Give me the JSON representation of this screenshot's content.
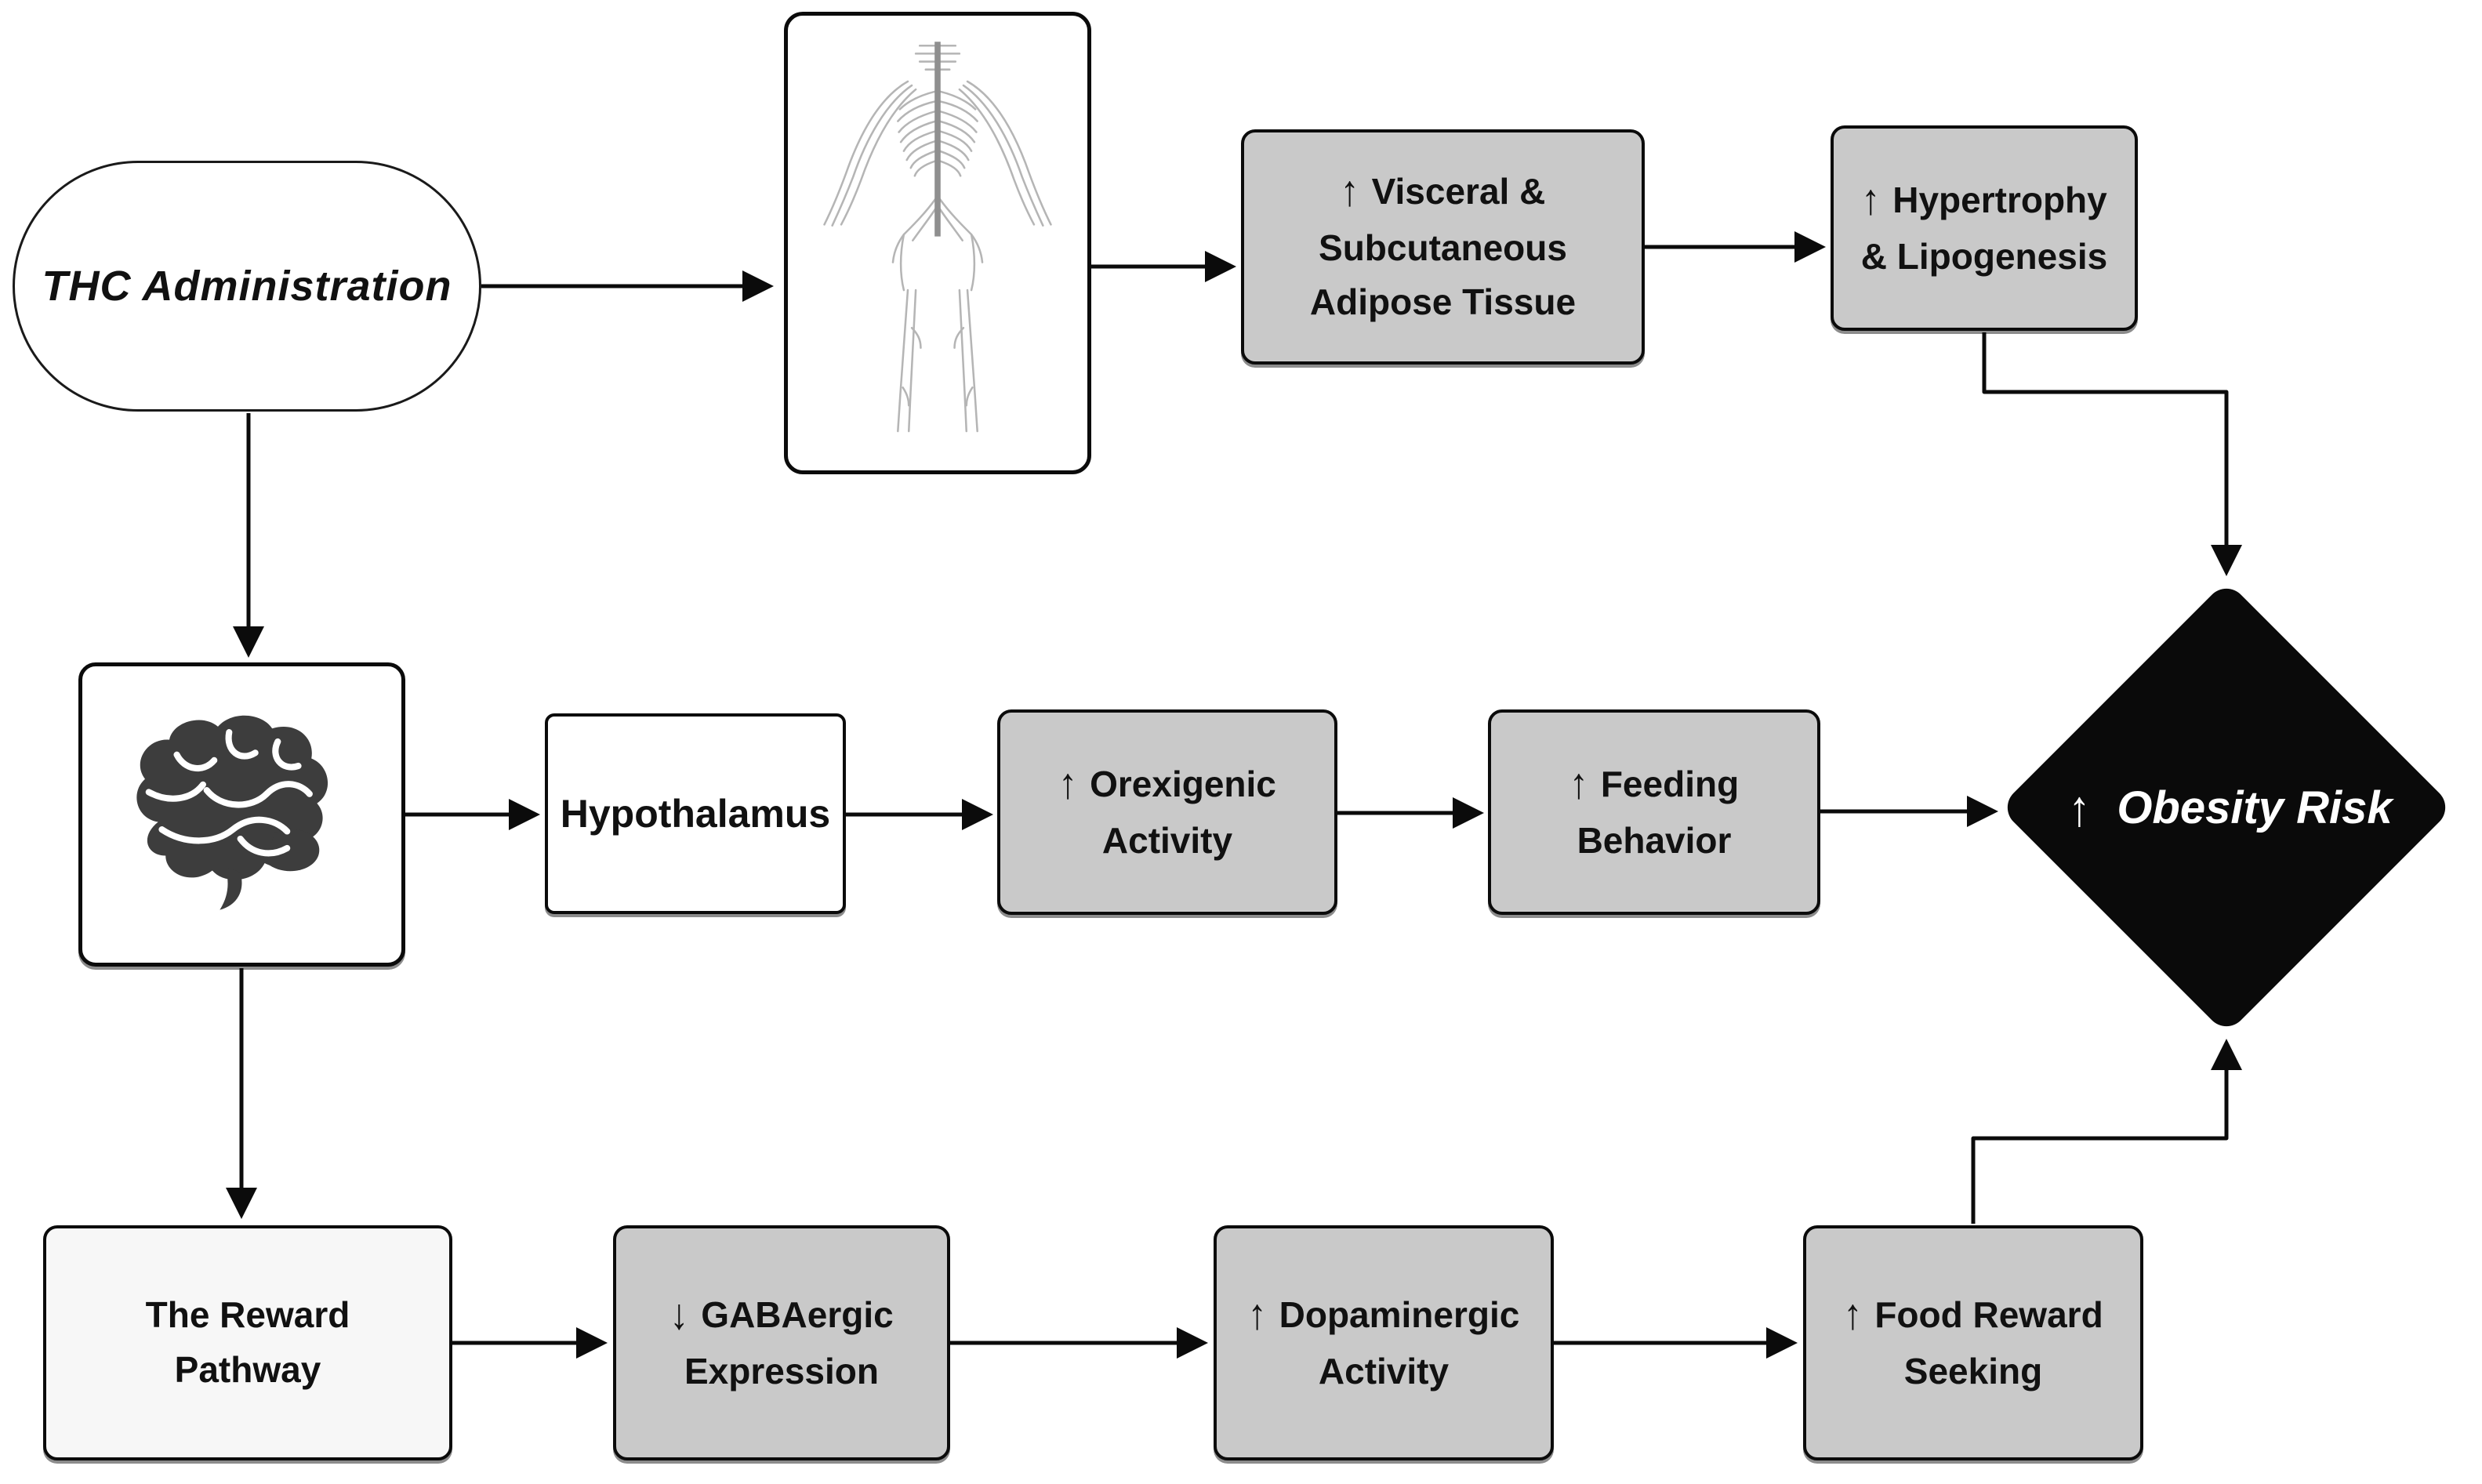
{
  "diagram": {
    "type": "flowchart",
    "background": "#ffffff",
    "colors": {
      "process_box_fill": "#c9c9c9",
      "plain_box_fill": "#ffffff",
      "reward_box_fill": "#f7f7f7",
      "diamond_fill": "#0a0a0a",
      "diamond_text": "#ffffff",
      "border": "#0b0b0b",
      "text": "#111111",
      "brain_icon": "#3d3d3d",
      "body_sketch": "#b5b5b5"
    },
    "nodes": {
      "thc": {
        "label": "THC Administration"
      },
      "body": {
        "icon": "human-nervous-system"
      },
      "visceral": {
        "arrow": "↑",
        "line1": "Visceral &",
        "line2": "Subcutaneous",
        "line3": "Adipose Tissue"
      },
      "hypertrophy": {
        "arrow": "↑",
        "line1": "Hypertrophy",
        "line2": "& Lipogenesis"
      },
      "brain": {
        "icon": "brain"
      },
      "hypothalamus": {
        "label": "Hypothalamus"
      },
      "orexigenic": {
        "arrow": "↑",
        "line1": "Orexigenic",
        "line2": "Activity"
      },
      "feeding": {
        "arrow": "↑",
        "line1": "Feeding",
        "line2": "Behavior"
      },
      "obesity": {
        "arrow": "↑",
        "label": "Obesity Risk"
      },
      "reward": {
        "line1": "The Reward",
        "line2": "Pathway"
      },
      "gabaergic": {
        "arrow": "↓",
        "line1": "GABAergic",
        "line2": "Expression"
      },
      "dopaminergic": {
        "arrow": "↑",
        "line1": "Dopaminergic",
        "line2": "Activity"
      },
      "foodreward": {
        "arrow": "↑",
        "line1": "Food Reward",
        "line2": "Seeking"
      }
    },
    "edges": [
      "THC Administration → body",
      "body → Visceral & Subcutaneous Adipose Tissue",
      "Visceral & Subcutaneous Adipose Tissue → Hypertrophy & Lipogenesis",
      "Hypertrophy & Lipogenesis → Obesity Risk",
      "THC Administration → brain",
      "brain → Hypothalamus",
      "Hypothalamus → Orexigenic Activity",
      "Orexigenic Activity → Feeding Behavior",
      "Feeding Behavior → Obesity Risk",
      "brain → The Reward Pathway",
      "The Reward Pathway → GABAergic Expression",
      "GABAergic Expression → Dopaminergic Activity",
      "Dopaminergic Activity → Food Reward Seeking",
      "Food Reward Seeking → Obesity Risk"
    ]
  }
}
